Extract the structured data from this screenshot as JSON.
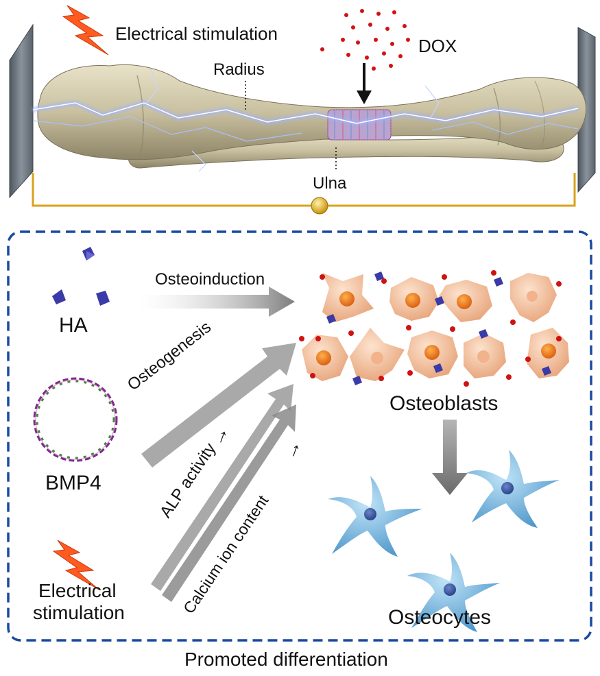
{
  "top_panel": {
    "electrical_stimulation_label": "Electrical stimulation",
    "dox_label": "DOX",
    "radius_label": "Radius",
    "ulna_label": "Ulna"
  },
  "bottom_panel": {
    "ha_label": "HA",
    "bmp4_label": "BMP4",
    "electrical_stimulation_label_line1": "Electrical",
    "electrical_stimulation_label_line2": "stimulation",
    "osteoinduction_label": "Osteoinduction",
    "osteogenesis_label": "Osteogenesis",
    "alp_activity_label": "ALP activity",
    "calcium_ion_label": "Calcium ion content",
    "increase_arrow_symbol": "↑",
    "osteoblasts_label": "Osteoblasts",
    "osteocytes_label": "Osteocytes"
  },
  "caption": "Promoted differentiation",
  "colors": {
    "frame_blue": "#1a4aa0",
    "bone": "#cfc7ab",
    "wire": "#d9a21c",
    "lightning": "#ff5a1f",
    "dox_red": "#d01212",
    "ha_blue": "#3a3aa8",
    "osteoblast": "#f2c29c",
    "osteocyte": "#5fa8d8"
  }
}
